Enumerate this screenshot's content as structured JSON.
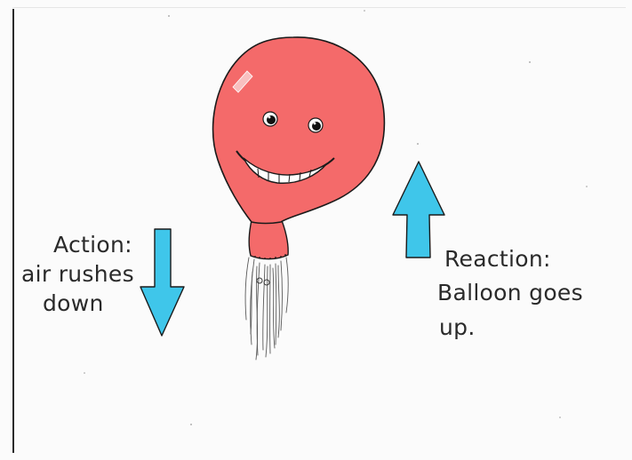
{
  "action": {
    "title": "Action:",
    "line1": "air rushes",
    "line2": "down"
  },
  "reaction": {
    "title": "Reaction:",
    "line1": "Balloon goes",
    "line2": "up."
  },
  "colors": {
    "balloon": "#f46a6a",
    "balloon_outline": "#1a1a1a",
    "arrow": "#3fc6ea",
    "arrow_outline": "#1a1a1a",
    "ink": "#2a2a2a",
    "background": "#fbfbfb"
  },
  "icons": {
    "down_arrow": "down-arrow-icon",
    "up_arrow": "up-arrow-icon"
  }
}
